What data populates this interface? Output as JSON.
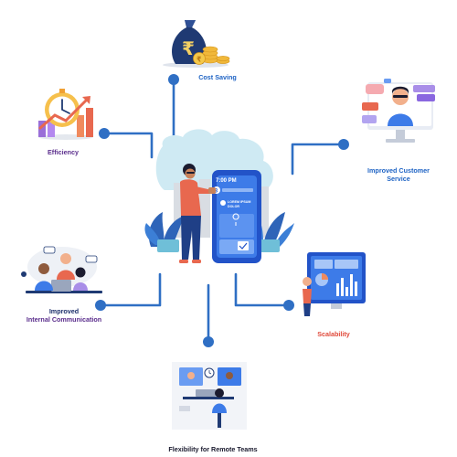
{
  "colors": {
    "connector": "#2f6fc4",
    "cost_label": "#1e63c4",
    "efficiency_label": "#5a2d8c",
    "customer_label": "#1e63c4",
    "communication_label": "#5a2d8c",
    "scalability_label": "#e0493a",
    "remote_label": "#1a1a2e"
  },
  "benefits": {
    "cost_saving": "Cost Saving",
    "efficiency": "Efficiency",
    "customer_service_line1": "Improved Customer",
    "customer_service_line2": "Service",
    "communication_line1": "Improved",
    "communication_line2": "Internal Communication",
    "scalability": "Scalability",
    "remote": "Flexibility for Remote Teams"
  },
  "phone_screen": {
    "time": "7:00 PM",
    "number": "3",
    "line1": "LOREM IPSUM",
    "line2": "DOLOR"
  },
  "icons": {
    "cost": "money-bag-coins-icon",
    "efficiency": "stopwatch-growth-chart-icon",
    "customer": "support-agent-screen-icon",
    "communication": "team-meeting-icon",
    "scalability": "analytics-dashboard-icon",
    "remote": "video-conference-icon",
    "center": "person-with-smartphone-icon"
  }
}
